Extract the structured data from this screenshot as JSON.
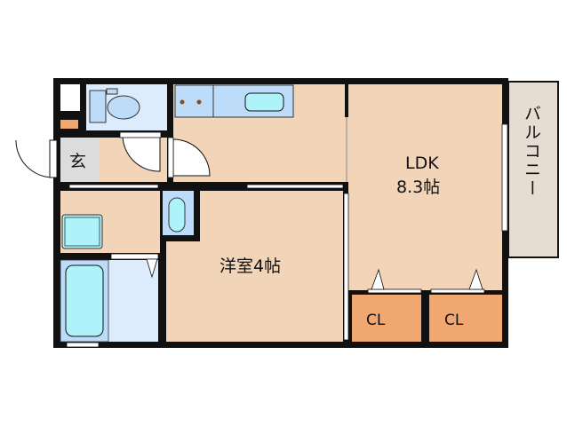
{
  "rooms": {
    "ldk_name": "LDK",
    "ldk_size": "8.3帖",
    "western_room": "洋室4帖",
    "closet_1": "CL",
    "closet_2": "CL",
    "balcony": "バルコニー",
    "entrance": "玄"
  },
  "colors": {
    "floor": "#f2d4b8",
    "wet_area": "#dcecfc",
    "fixture": "#aef2fa",
    "closet": "#f0a870",
    "entrance": "#dcdcdc",
    "balcony": "#e6dcd2",
    "wall": "#111111"
  }
}
